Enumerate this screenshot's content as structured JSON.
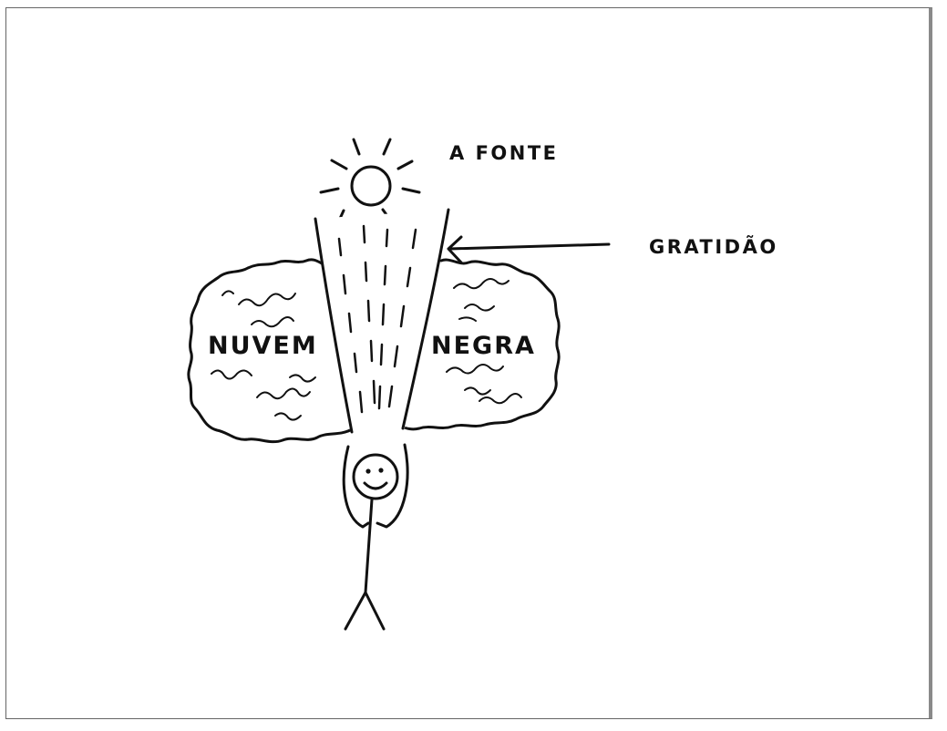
{
  "labels": {
    "source": "A FONTE",
    "gratitude": "GRATIDÃO",
    "cloud_left": "NUVEM",
    "cloud_right": "NEGRA"
  },
  "colors": {
    "ink": "#111111",
    "frame": "#666666",
    "background": "#ffffff"
  },
  "icons": [
    "sun-icon",
    "light-beam",
    "dark-cloud",
    "stick-figure",
    "arrow-icon"
  ]
}
